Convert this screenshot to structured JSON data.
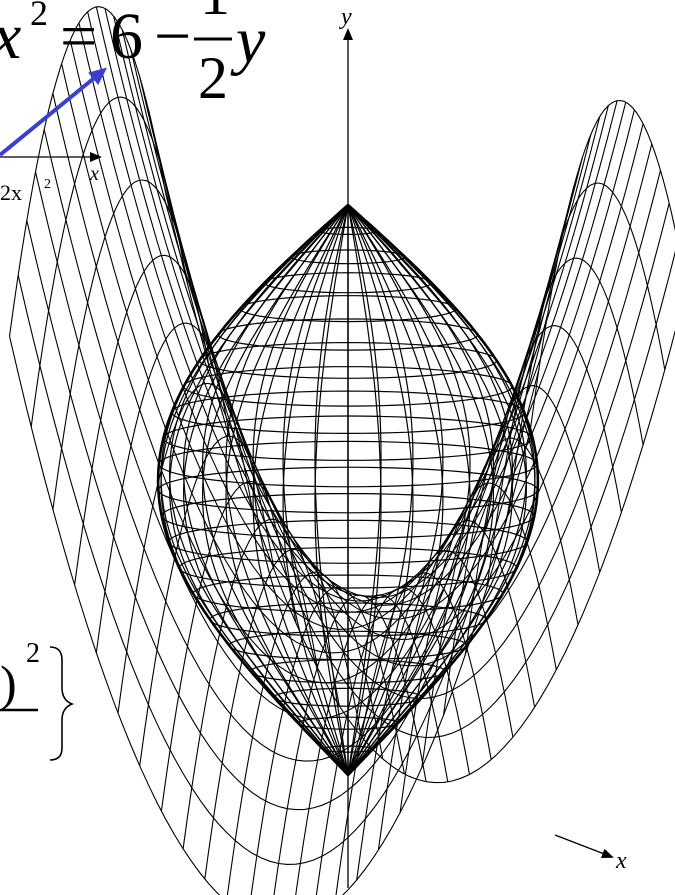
{
  "equation": {
    "lhs_base": "x",
    "lhs_exp": "2",
    "equals": "=",
    "six": "6",
    "minus": "−",
    "numerator": "1",
    "denominator": "2",
    "rhs_var": "y"
  },
  "inset": {
    "axis_label": "x",
    "curve_label_coef": "2x",
    "curve_label_exp": "2"
  },
  "main_axes": {
    "x_label": "x",
    "y_label": "y"
  },
  "fragment": {
    "paren_exp": "2"
  },
  "colors": {
    "arrow": "#3b3fd0",
    "lines": "#000000",
    "background": "#ffffff"
  }
}
